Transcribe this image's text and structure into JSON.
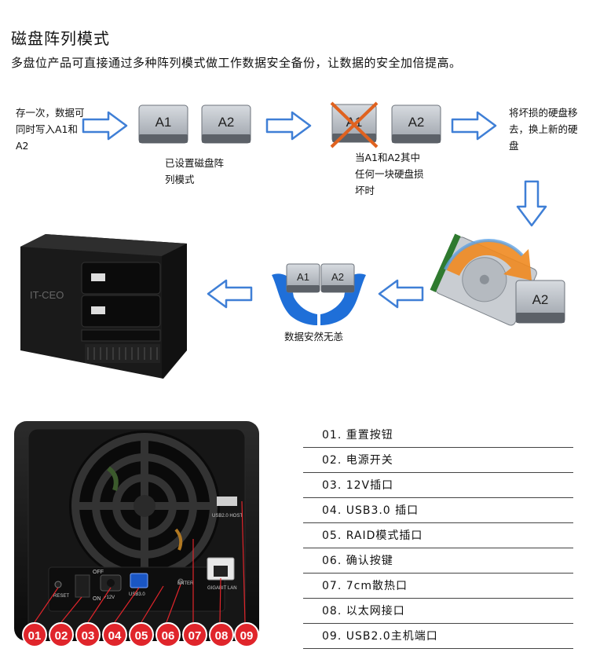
{
  "header": {
    "title": "磁盘阵列模式",
    "subtitle": "多盘位产品可直接通过多种阵列模式做工作数据安全备份，让数据的安全加倍提高。"
  },
  "flow": {
    "step1": "存一次，数据可同时写入A1和A2",
    "step2": "已设置磁盘阵列模式",
    "step3": "当A1和A2其中任何一块硬盘损坏时",
    "step4": "将坏损的硬盘移去，换上新的硬盘",
    "step5": "数据安然无恙",
    "disk_a1": "A1",
    "disk_a2": "A2"
  },
  "device_front": {
    "brand": "IT-CEO"
  },
  "device_back": {
    "labels": {
      "reset": "RESET",
      "off": "OFF",
      "on": "ON",
      "power": "+12V",
      "usb3": "USB3.0",
      "enter": "ENTER",
      "lan": "GIGABIT LAN",
      "usb2": "USB2.0 HOST"
    },
    "badges": [
      "01",
      "02",
      "03",
      "04",
      "05",
      "06",
      "07",
      "08",
      "09"
    ]
  },
  "legend": [
    "01. 重置按钮",
    "02. 电源开关",
    "03. 12V插口",
    "04. USB3.0  插口",
    "05. RAID模式插口",
    "06. 确认按键",
    "07. 7cm散热口",
    "08. 以太网接口",
    "09. USB2.0主机端口"
  ],
  "colors": {
    "arrow": "#3f7fd6",
    "hand": "#1f6fd8",
    "badge": "#e0252b",
    "cross": "#e0621f"
  }
}
